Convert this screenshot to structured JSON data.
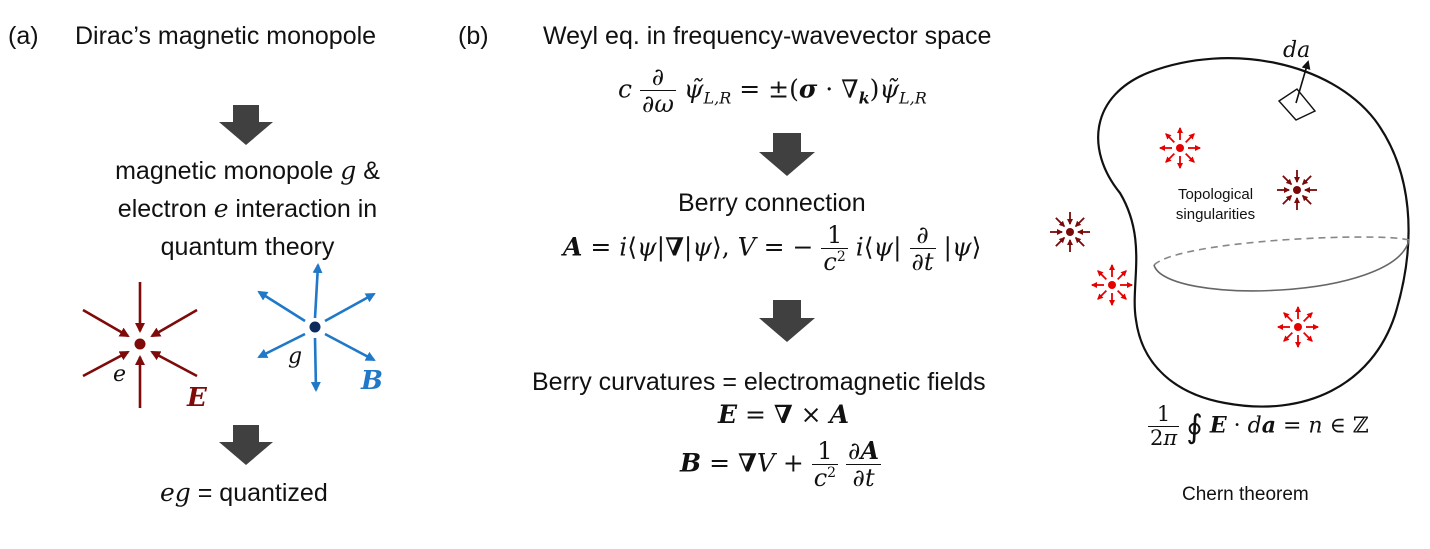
{
  "panel_a": {
    "label": "(a)",
    "title": "Dirac’s magnetic monopole",
    "interaction_line1_pre": "magnetic monopole ",
    "interaction_g": "g",
    "interaction_line1_post": " &",
    "interaction_line2_pre": "electron ",
    "interaction_e": "e",
    "interaction_line2_post": " interaction in",
    "interaction_line3": "quantum theory",
    "charge_e_label": "e",
    "field_E_label": "E",
    "charge_g_label": "g",
    "field_B_label": "B",
    "result_eg": "eg",
    "result_text": " = quantized",
    "colors": {
      "electric": "#7f0a0a",
      "magnetic": "#1f78c8",
      "arrow_gray": "#404040"
    }
  },
  "panel_b": {
    "label": "(b)",
    "title": "Weyl eq. in frequency-wavevector space",
    "berry_connection": "Berry connection",
    "berry_curvatures": "Berry curvatures = electromagnetic fields"
  },
  "panel_c": {
    "da_label": "da",
    "topological_line1": "Topological",
    "topological_line2": "singularities",
    "chern_theorem": "Chern theorem",
    "colors": {
      "source": "#e60000",
      "sink": "#7a0a0a"
    }
  }
}
